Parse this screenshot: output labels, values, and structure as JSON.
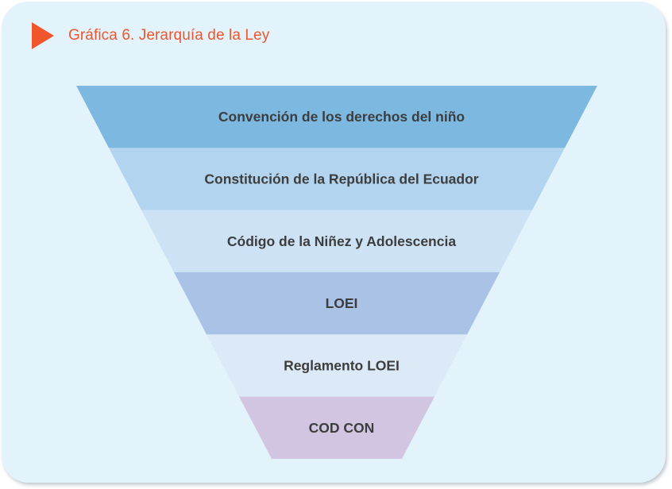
{
  "header": {
    "title": "Gráfica 6. Jerarquía de la Ley",
    "icon": "play-triangle-icon",
    "accent_color": "#f0552b"
  },
  "funnel": {
    "levels": [
      {
        "label": "Convención de los derechos del niño",
        "color": "#7db8e0"
      },
      {
        "label": "Constitución de la República del Ecuador",
        "color": "#b3d4ee"
      },
      {
        "label": "Código de la Niñez y Adolescencia",
        "color": "#cde3f5"
      },
      {
        "label": "LOEI",
        "color": "#a9c2e6"
      },
      {
        "label": "Reglamento LOEI",
        "color": "#dceaf7"
      },
      {
        "label": "COD CON",
        "color": "#d2c5e2"
      }
    ]
  }
}
